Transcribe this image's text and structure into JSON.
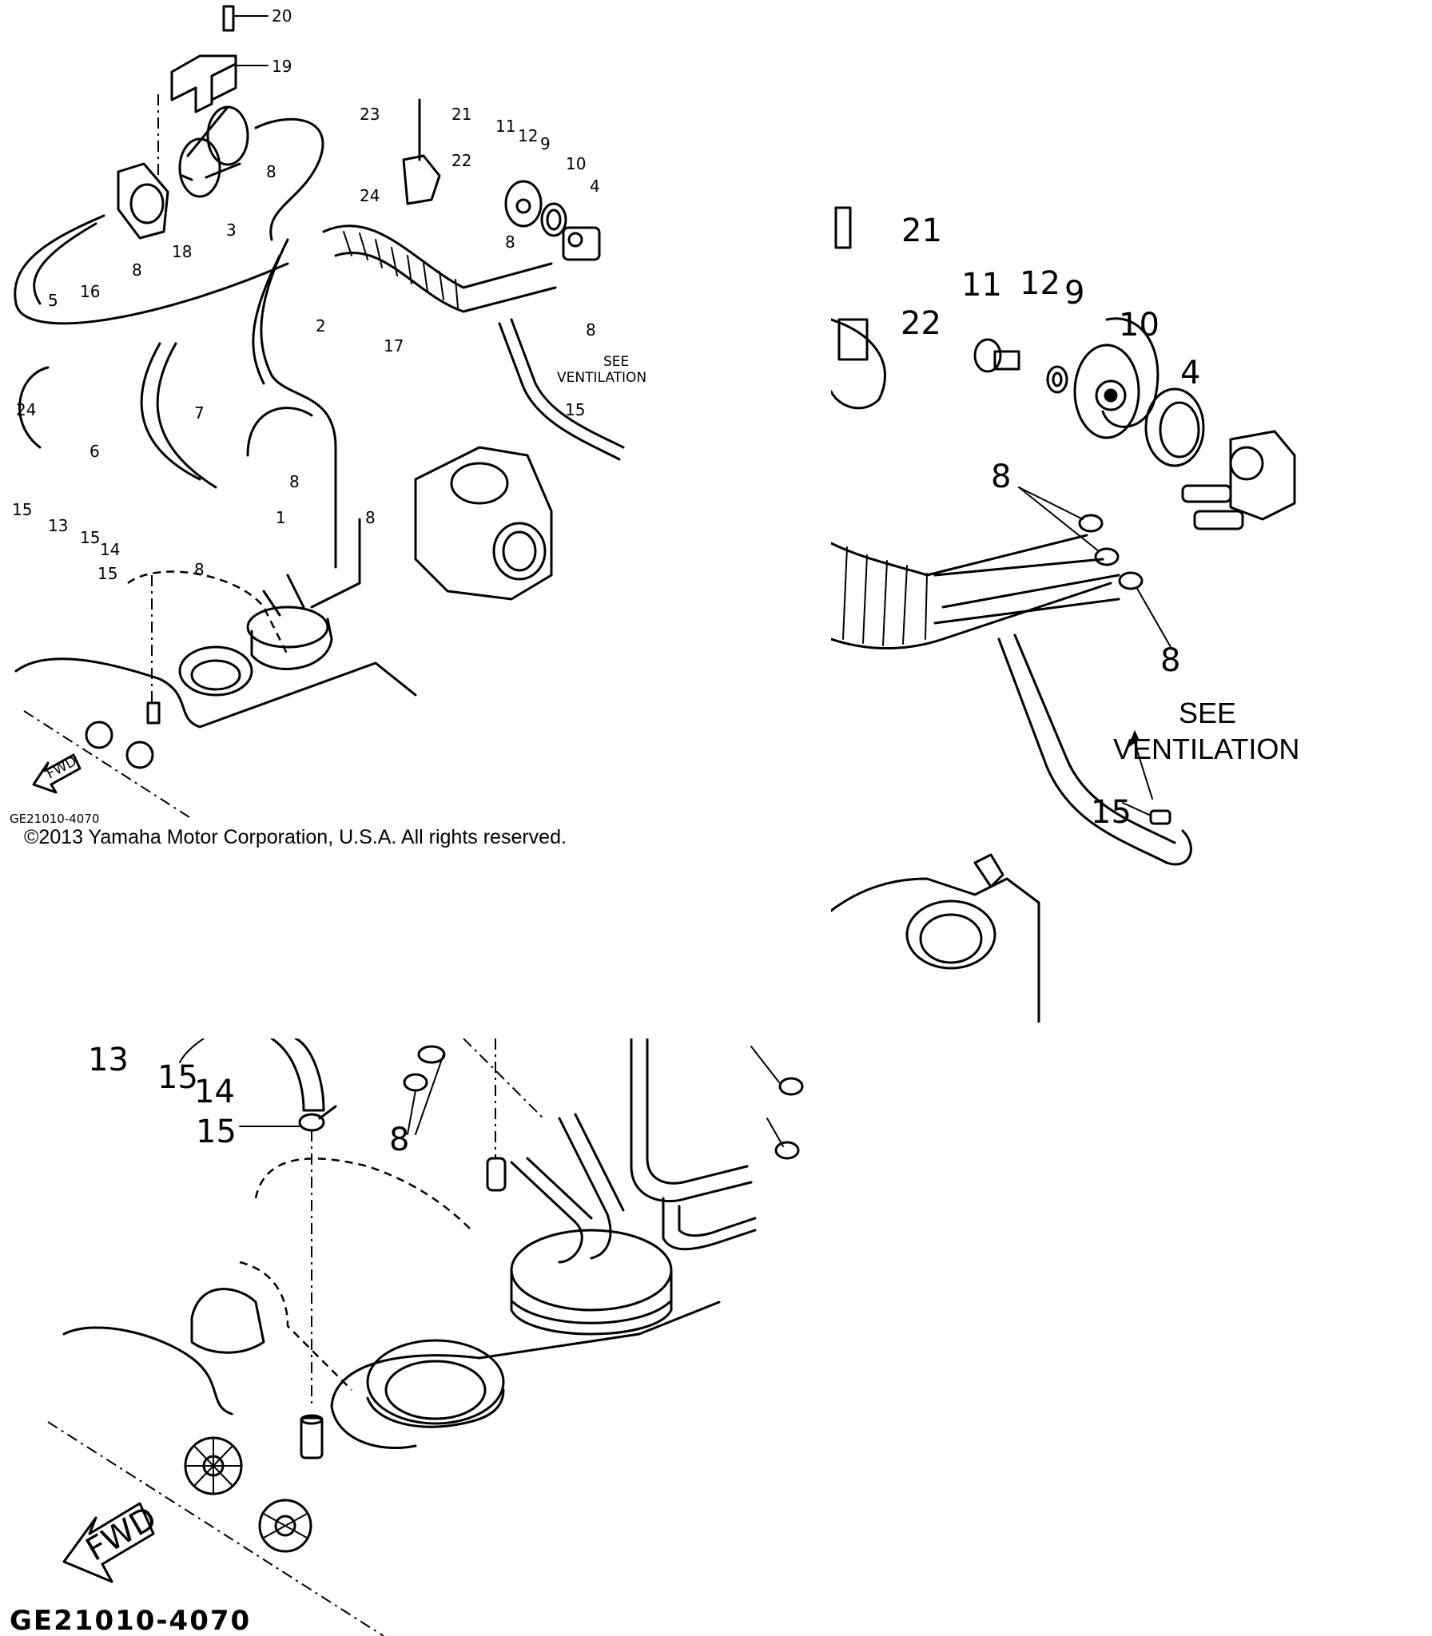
{
  "diagram": {
    "title": "",
    "part_callouts": [
      "1",
      "2",
      "3",
      "4",
      "5",
      "6",
      "7",
      "8",
      "9",
      "10",
      "11",
      "12",
      "13",
      "14",
      "15",
      "16",
      "17",
      "18",
      "19",
      "20",
      "21",
      "22",
      "23",
      "24"
    ],
    "note_lines": [
      "SEE",
      "VENTILATION"
    ],
    "fwd_label": "FWD",
    "drawing_code": "GE21010-4070",
    "copyright": "©2013 Yamaha Motor Corporation, U.S.A. All rights reserved."
  },
  "zoom_right": {
    "callouts": [
      "21",
      "22",
      "11",
      "12",
      "9",
      "10",
      "4",
      "8",
      "8",
      "15"
    ],
    "note_lines": [
      "SEE",
      "VENTILATION"
    ]
  },
  "zoom_bottom": {
    "callouts": [
      "13",
      "15",
      "14",
      "15",
      "8"
    ],
    "fwd_label": "FWD",
    "drawing_code": "GE21010-4070"
  }
}
